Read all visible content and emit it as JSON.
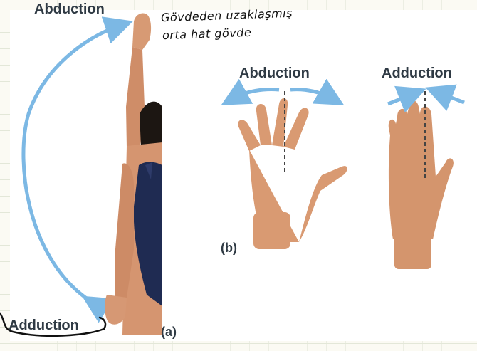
{
  "figure_a": {
    "label_top": "Abduction",
    "label_bottom": "Adduction",
    "panel_label": "(a)"
  },
  "figure_b": {
    "label_left": "Abduction",
    "label_right": "Adduction",
    "panel_label": "(b)"
  },
  "handwritten_note": {
    "line1": "Gövdeden uzaklaşmış",
    "line2": "orta hat gövde"
  },
  "colors": {
    "arrow": "#7cb8e4",
    "skin": "#d9946c",
    "swimsuit": "#1f2b52",
    "label": "#2f3a44"
  }
}
